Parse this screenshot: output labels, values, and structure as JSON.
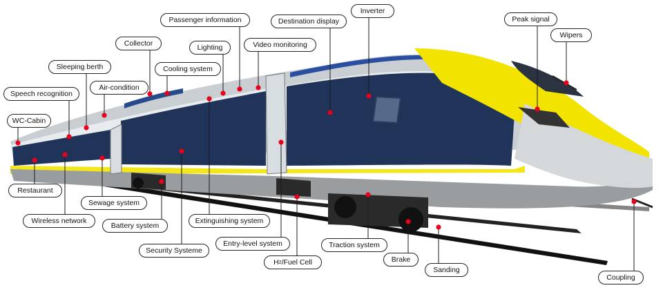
{
  "labels": {
    "passenger_information": "Passenger information",
    "destination_display": "Destination display",
    "inverter": "Inverter",
    "peak_signal": "Peak signal",
    "wipers": "Wipers",
    "collector": "Collector",
    "lighting": "Lighting",
    "video_monitoring": "Video monitoring",
    "sleeping_berth": "Sleeping berth",
    "cooling_system": "Cooling system",
    "air_condition": "Air-condition",
    "speech_recognition": "Speech recognition",
    "wc_cabin": "WC-Cabin",
    "restaurant": "Restaurant",
    "sewage_system": "Sewage system",
    "wireless_network": "Wireless network",
    "battery_system": "Battery system",
    "extinguishing_system": "Extinguishing system",
    "security_systeme": "Security Systeme",
    "entry_level_system": "Entry-level system",
    "h2_prefix": "H",
    "h2_sub": "2",
    "h2_suffix": "/Fuel Cell",
    "traction_system": "Traction system",
    "brake": "Brake",
    "sanding": "Sanding",
    "coupling": "Coupling"
  },
  "colors": {
    "marker": "#e8001c",
    "body_navy": "#1f3458",
    "body_white": "#e9ecef",
    "body_grey": "#9a9da0",
    "accent_yellow": "#f2e400"
  }
}
